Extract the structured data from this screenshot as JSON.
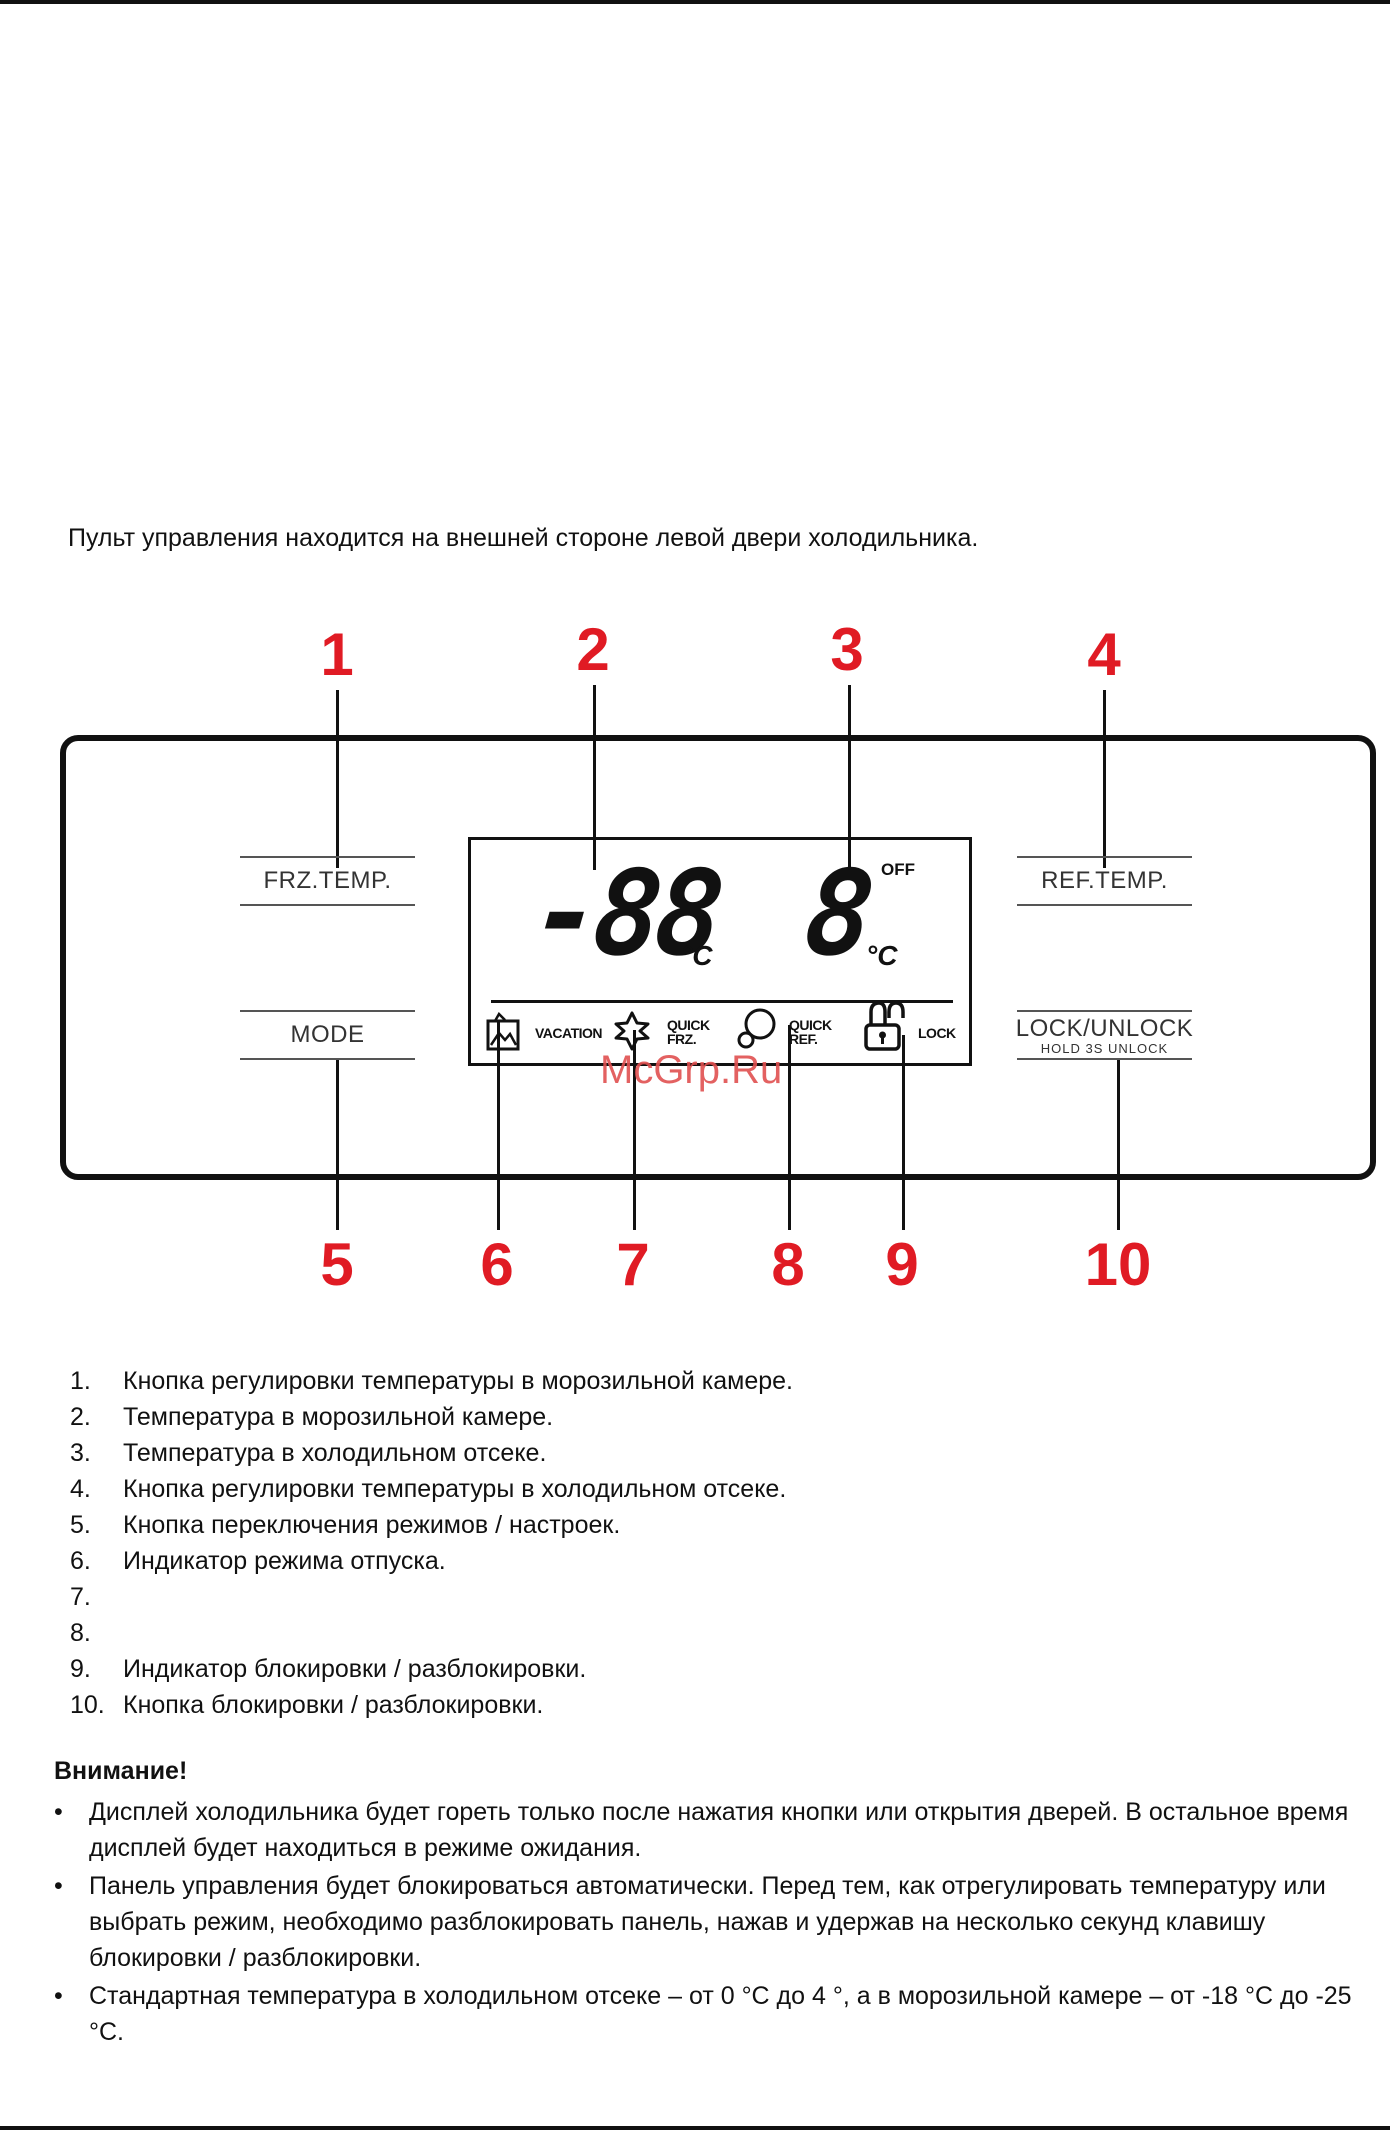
{
  "intro": "Пульт управления находится на внешней стороне левой двери холодильника.",
  "callouts": [
    "1",
    "2",
    "3",
    "4",
    "5",
    "6",
    "7",
    "8",
    "9",
    "10"
  ],
  "panel": {
    "frz_button": "FRZ.TEMP.",
    "ref_button": "REF.TEMP.",
    "mode_button": "MODE",
    "lock_button": "LOCK/UNLOCK",
    "lock_button_sub": "HOLD 3S UNLOCK",
    "frz_display": "-88",
    "ref_display": "8",
    "degree_symbol": "°C",
    "off": "OFF",
    "vacation": "VACATION",
    "quick_frz_line1": "QUICK",
    "quick_frz_line2": "FRZ.",
    "quick_ref_line1": "QUICK",
    "quick_ref_line2": "REF.",
    "lock": "LOCK"
  },
  "watermark": "McGrp.Ru",
  "legend": [
    {
      "num": "1.",
      "text": "Кнопка регулировки температуры в морозильной камере."
    },
    {
      "num": "2.",
      "text": "Температура в морозильной камере."
    },
    {
      "num": "3.",
      "text": "Температура в холодильном отсеке."
    },
    {
      "num": "4.",
      "text": "Кнопка регулировки температуры в холодильном отсеке."
    },
    {
      "num": "5.",
      "text": "Кнопка переключения режимов / настроек."
    },
    {
      "num": "6.",
      "text": "Индикатор режима отпуска."
    },
    {
      "num": "7.",
      "text": ""
    },
    {
      "num": "8.",
      "text": ""
    },
    {
      "num": "9.",
      "text": "Индикатор блокировки / разблокировки."
    },
    {
      "num": "10.",
      "text": "Кнопка блокировки / разблокировки."
    }
  ],
  "warning_title": "Внимание!",
  "warnings": [
    {
      "bullet": "•",
      "text": "Дисплей холодильника будет гореть только после нажатия кнопки или открытия дверей. В остальное время дисплей будет находиться в режиме ожидания."
    },
    {
      "bullet": "•",
      "text": "Панель управления будет блокироваться автоматически. Перед тем, как отрегулировать температуру или выбрать режим, необходимо разблокировать панель, нажав и удержав на несколько секунд клавишу блокировки / разблокировки."
    },
    {
      "bullet": "•",
      "text": "Стандартная температура в холодильном отсеке – от 0 °С до 4 °, а в морозильной камере – от -18 °С до -25 °С."
    }
  ]
}
